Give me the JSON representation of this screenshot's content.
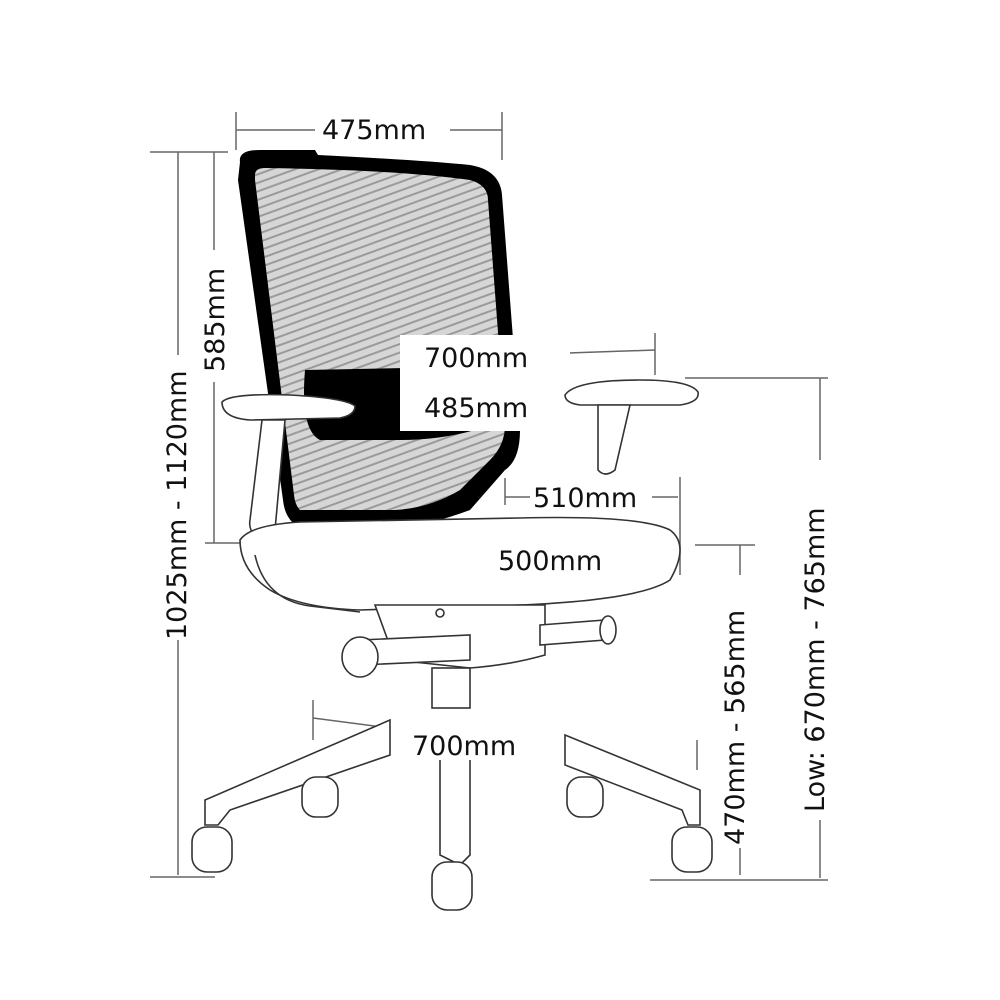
{
  "diagram": {
    "subject": "Office chair dimensions",
    "colors": {
      "line": "#555555",
      "frame": "#000000",
      "mesh": "#bdbdbd",
      "text": "#111111"
    },
    "dimensions": {
      "backrest_width": "475mm",
      "backrest_height": "585mm",
      "overall_height": "1025mm - 1120mm",
      "overall_width": "700mm",
      "arm_width": "485mm",
      "seat_depth": "510mm",
      "seat_width": "500mm",
      "base_diameter": "700mm",
      "seat_height": "470mm - 565mm",
      "arm_height": "Low: 670mm - 765mm"
    }
  }
}
